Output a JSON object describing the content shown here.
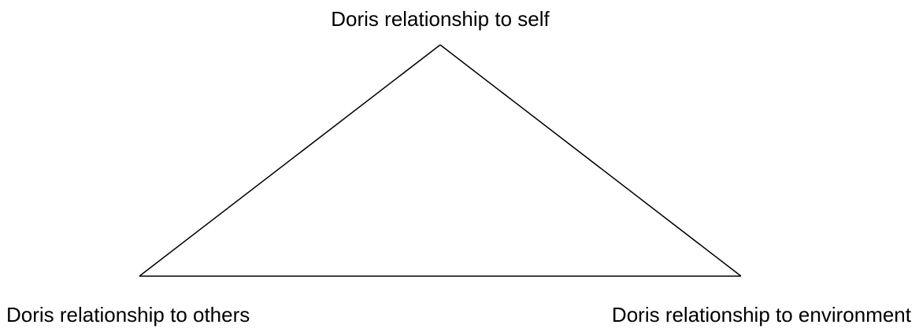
{
  "diagram": {
    "nodes": {
      "top": {
        "label": "Doris relationship to self"
      },
      "bottom_left": {
        "label": "Doris relationship to others"
      },
      "bottom_right": {
        "label": "Doris relationship to environment"
      }
    },
    "colors": {
      "line": "#000000",
      "text": "#000000",
      "background": "#ffffff"
    }
  }
}
